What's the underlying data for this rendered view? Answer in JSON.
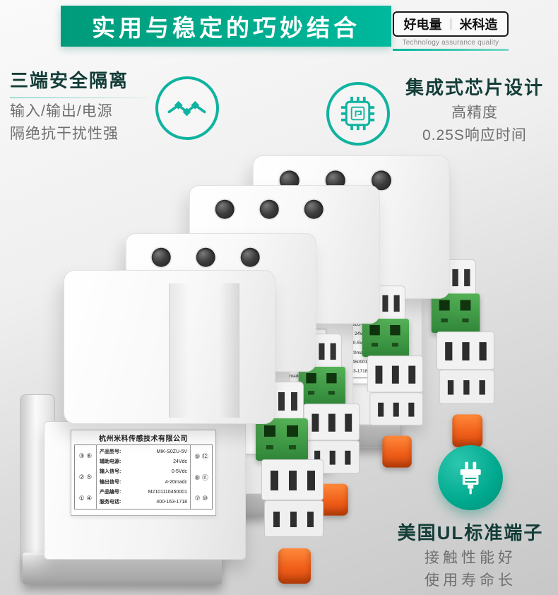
{
  "colors": {
    "accent": "#0fb3a0",
    "banner_from": "#009b7a",
    "banner_to": "#00b99d",
    "clip_orange": "#f05f1a",
    "connector_green": "#3d9a46"
  },
  "banner": {
    "title": "实用与稳定的巧妙结合"
  },
  "brand": {
    "name_left": "好电量",
    "name_right": "米科造",
    "tagline": "Technology assurance quality"
  },
  "features": [
    {
      "id": "isolation",
      "title": "三端安全隔离",
      "lines": [
        "输入/输出/电源",
        "隔绝抗干扰性强"
      ],
      "icon": "wave-diamond-icon"
    },
    {
      "id": "chip",
      "title": "集成式芯片设计",
      "lines": [
        "高精度",
        "0.25S响应时间"
      ],
      "icon": "chip-icon"
    },
    {
      "id": "terminal",
      "title": "美国UL标准端子",
      "lines": [
        "接触性能好",
        "使用寿命长"
      ],
      "icon": "ul-terminal-icon"
    }
  ],
  "product": {
    "company": "杭州米科传感技术有限公司",
    "specs": [
      {
        "label": "产品型号:",
        "value": "MIK-S0ZU-5V"
      },
      {
        "label": "辅助电源:",
        "value": "24Vdc"
      },
      {
        "label": "输入信号:",
        "value": "0-5Vdc"
      },
      {
        "label": "输出信号:",
        "value": "4-20madc"
      },
      {
        "label": "产品编号:",
        "value": "M2101110450001"
      },
      {
        "label": "服务电话:",
        "value": "400-163-1718"
      }
    ],
    "terminals_left": [
      "③ ⑥",
      "② ⑤",
      "① ④"
    ],
    "terminals_right": [
      "⑨ ⑫",
      "⑧ ⑪",
      "⑦ ⑩"
    ]
  }
}
